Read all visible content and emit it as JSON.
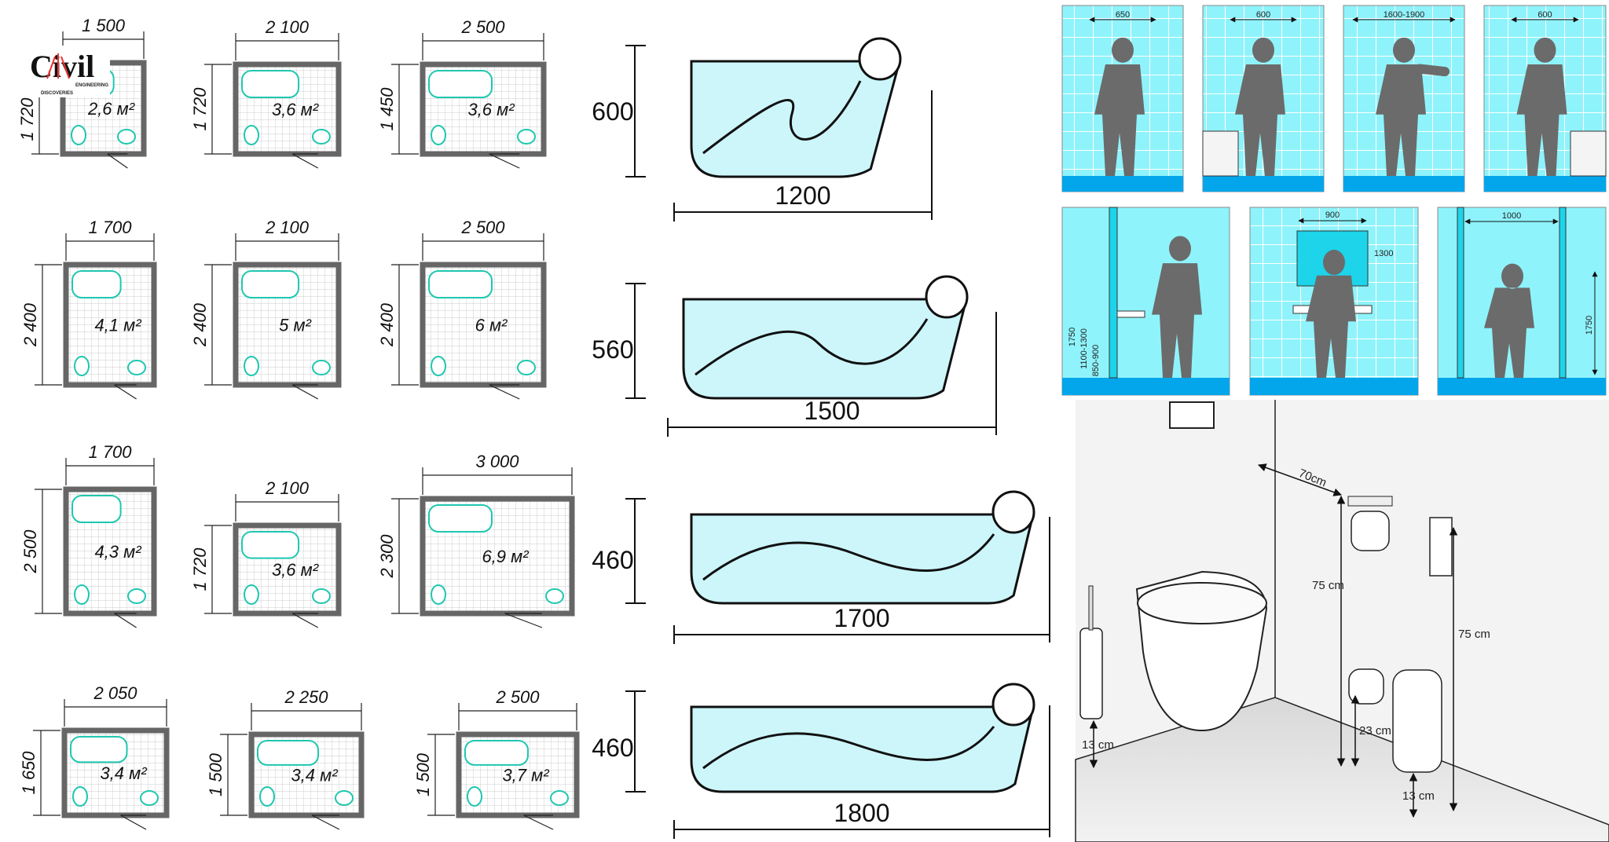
{
  "logo": {
    "text": "Civil",
    "line1": "ENGINEERING",
    "line2": "DISCOVERIES"
  },
  "floor_plans": [
    {
      "width": "1 500",
      "height": "1 720",
      "area": "2,6 м²"
    },
    {
      "width": "2 100",
      "height": "1 720",
      "area": "3,6 м²"
    },
    {
      "width": "2 500",
      "height": "1 450",
      "area": "3,6 м²"
    },
    {
      "width": "1 700",
      "height": "2 400",
      "area": "4,1 м²"
    },
    {
      "width": "2 100",
      "height": "2 400",
      "area": "5 м²"
    },
    {
      "width": "2 500",
      "height": "2 400",
      "area": "6 м²"
    },
    {
      "width": "1 700",
      "height": "2 500",
      "area": "4,3 м²"
    },
    {
      "width": "2 100",
      "height": "1 720",
      "area": "3,6 м²"
    },
    {
      "width": "3 000",
      "height": "2 300",
      "area": "6,9 м²"
    },
    {
      "width": "2 050",
      "height": "1 650",
      "area": "3,4 м²"
    },
    {
      "width": "2 250",
      "height": "1 500",
      "area": "3,4 м²"
    },
    {
      "width": "2 500",
      "height": "1 500",
      "area": "3,7 м²"
    }
  ],
  "bathtubs": [
    {
      "depth": "600",
      "length": "1200"
    },
    {
      "depth": "560",
      "length": "1500"
    },
    {
      "depth": "460",
      "length": "1700"
    },
    {
      "depth": "460",
      "length": "1800"
    }
  ],
  "posture_panels_top": [
    {
      "width": "650"
    },
    {
      "width": "600"
    },
    {
      "width": "1600-1900"
    },
    {
      "width": "600"
    }
  ],
  "posture_panels_bottom": [
    {
      "labels": [
        "1750",
        "1100-1300",
        "850-900"
      ]
    },
    {
      "labels": [
        "900",
        "1300"
      ]
    },
    {
      "labels": [
        "1000",
        "1750"
      ]
    }
  ],
  "toilet_layout": {
    "distance_to_holder": "70cm",
    "holder_height": "75 cm",
    "dispenser_height": "75 cm",
    "brush_clearance": "13 cm",
    "low_holder_height": "23 cm",
    "bin_clearance": "13 cm"
  },
  "colors": {
    "fixture": "#1fc7b0",
    "wall": "#666666",
    "tile_bg": "#8ff3fb",
    "floor_strip": "#03a6ea",
    "silhouette": "#6b6b6b",
    "water": "#cdf6fb"
  }
}
